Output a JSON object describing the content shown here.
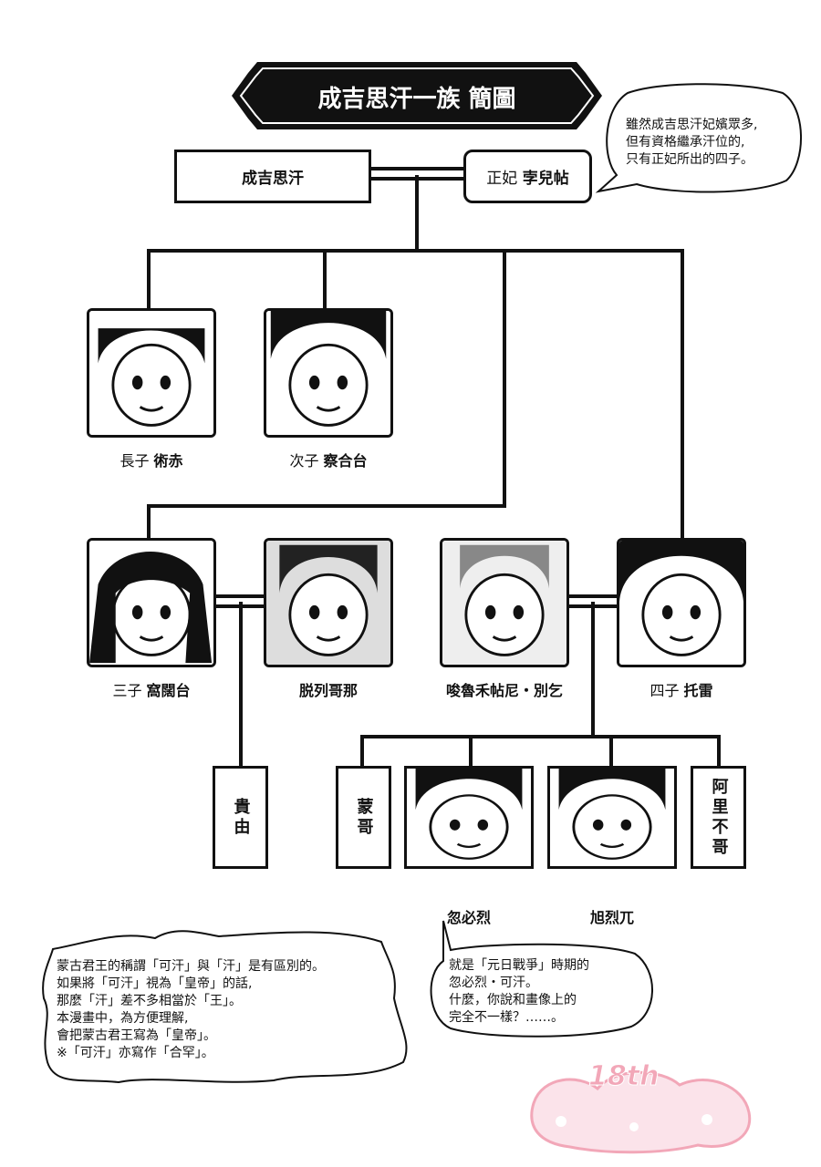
{
  "title": "成吉思汗一族 簡圖",
  "root": {
    "name": "成吉思汗",
    "spouse_prefix": "正妃",
    "spouse_name": "孛兒帖"
  },
  "note_top": [
    "雖然成吉思汗妃嬪眾多,",
    "但有資格繼承汗位的,",
    "只有正妃所出的四子。"
  ],
  "sons": [
    {
      "prefix": "長子",
      "name": "術赤"
    },
    {
      "prefix": "次子",
      "name": "察合台"
    },
    {
      "prefix": "三子",
      "name": "窩闊台"
    },
    {
      "prefix": "四子",
      "name": "托雷"
    }
  ],
  "wives": [
    {
      "name": "脱列哥那"
    },
    {
      "name": "唆魯禾帖尼・別乞"
    }
  ],
  "grandsons": [
    {
      "name": "貴由"
    },
    {
      "name": "蒙哥"
    },
    {
      "name": "忽必烈"
    },
    {
      "name": "旭烈兀"
    },
    {
      "name": "阿里不哥"
    }
  ],
  "note_bottom_left": [
    "蒙古君王的稱謂「可汗」與「汗」是有區別的。",
    "如果將「可汗」視為「皇帝」的話,",
    "那麼「汗」差不多相當於「王」。",
    "本漫畫中，為方便理解,",
    "會把蒙古君王寫為「皇帝」。",
    "※「可汗」亦寫作「合罕」。"
  ],
  "note_bottom_right": [
    "就是「元日戰爭」時期的",
    "忽必烈・可汗。",
    "什麼，你說和畫像上的",
    "完全不一樣？……。"
  ],
  "logo_text": "18th",
  "colors": {
    "ink": "#111111",
    "logo_pink": "#f2a7b8"
  }
}
